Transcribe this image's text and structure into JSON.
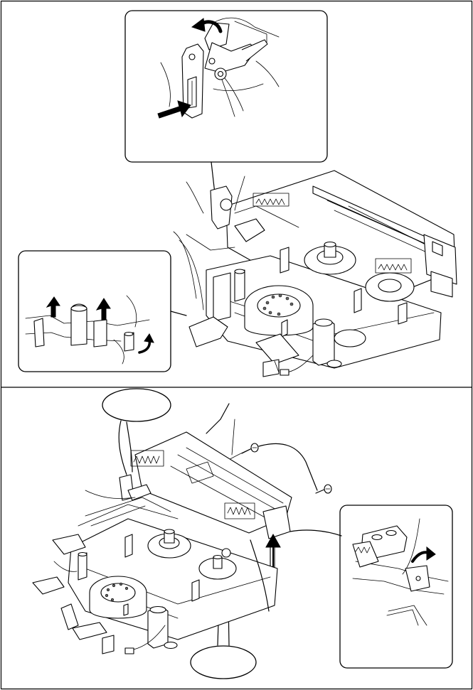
{
  "figure": {
    "type": "service-manual-disassembly-illustration",
    "upper_section": {
      "detail_panels": [
        "lever-release-detail",
        "connector-lift-detail"
      ],
      "arrows": [
        "rotate-arrow",
        "push-arrow",
        "lift-arrow",
        "lift-arrow",
        "lift-curved-arrow"
      ]
    },
    "lower_section": {
      "callouts": [
        "callout-bubble-upper-left",
        "callout-bubble-bottom"
      ],
      "detail_panels": [
        "bracket-tab-detail"
      ],
      "screws": [
        "screw",
        "screw"
      ]
    },
    "callout_text": {
      "upper_left": "",
      "bottom": ""
    }
  }
}
